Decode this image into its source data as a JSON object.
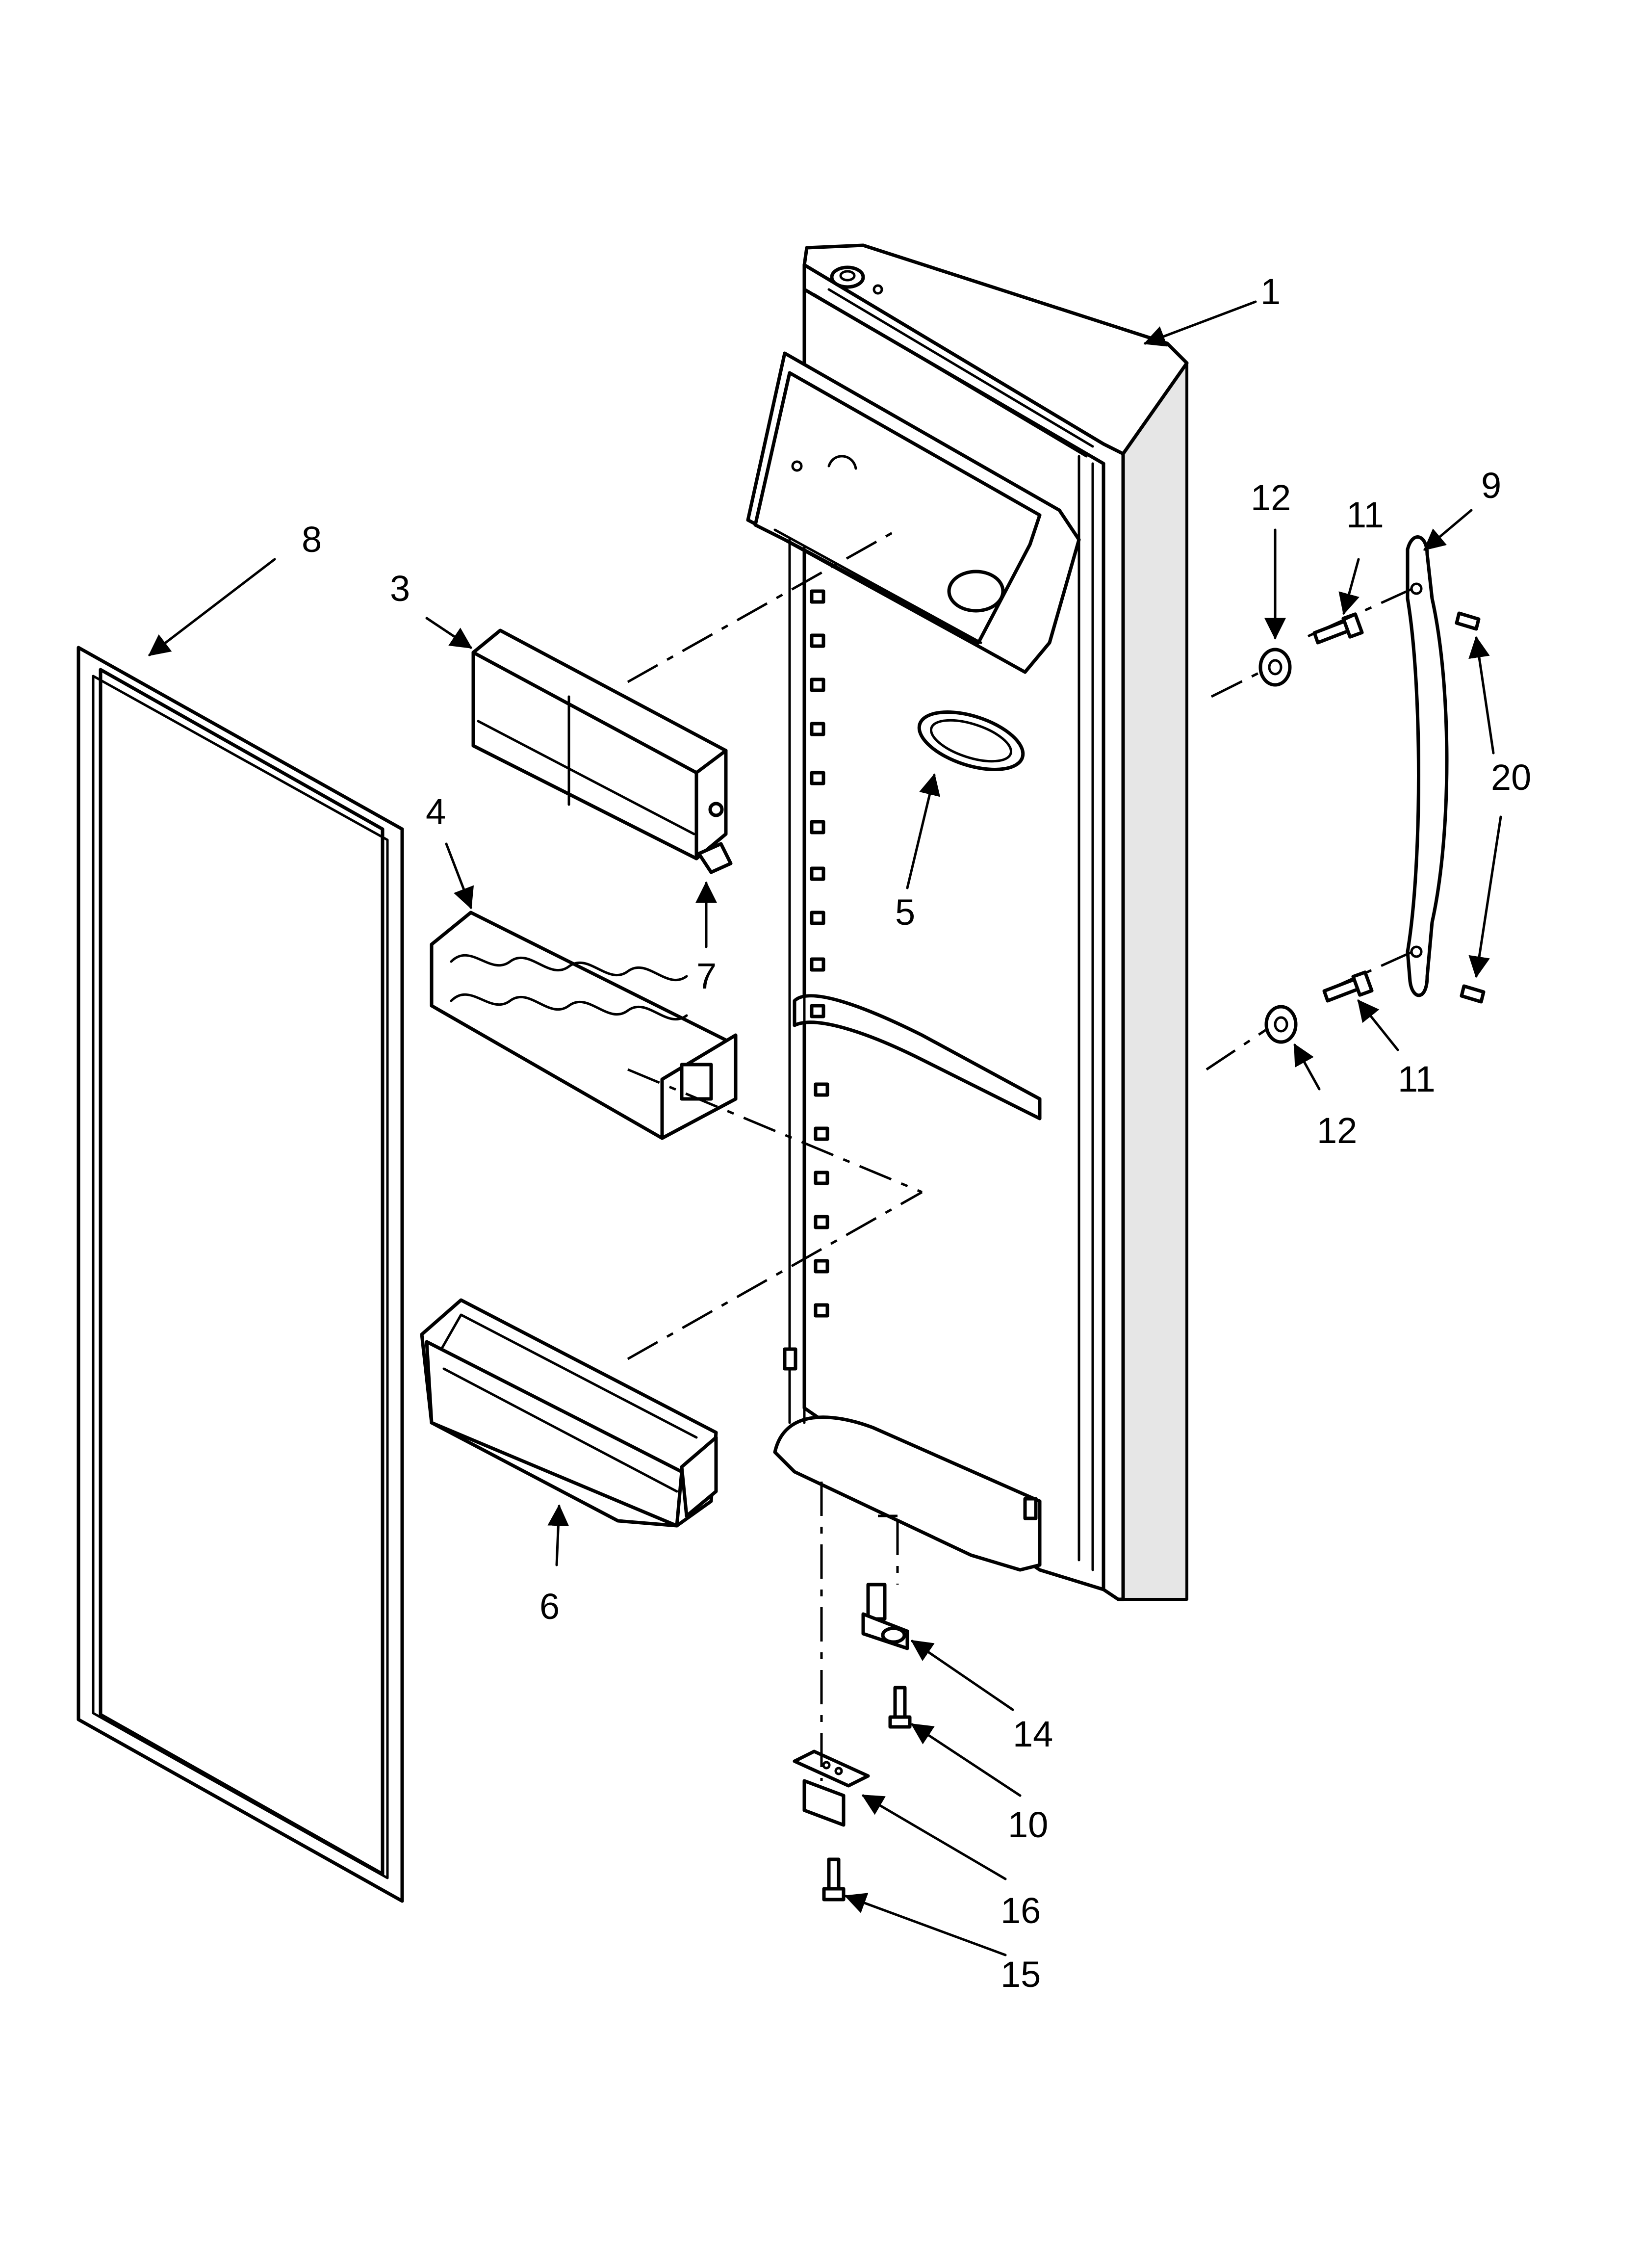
{
  "callouts": {
    "c1": "1",
    "c3": "3",
    "c4": "4",
    "c5": "5",
    "c6": "6",
    "c7": "7",
    "c8": "8",
    "c9": "9",
    "c10": "10",
    "c11_top": "11",
    "c11_bottom": "11",
    "c12_top": "12",
    "c12_bottom": "12",
    "c14": "14",
    "c15": "15",
    "c16": "16",
    "c20": "20"
  }
}
